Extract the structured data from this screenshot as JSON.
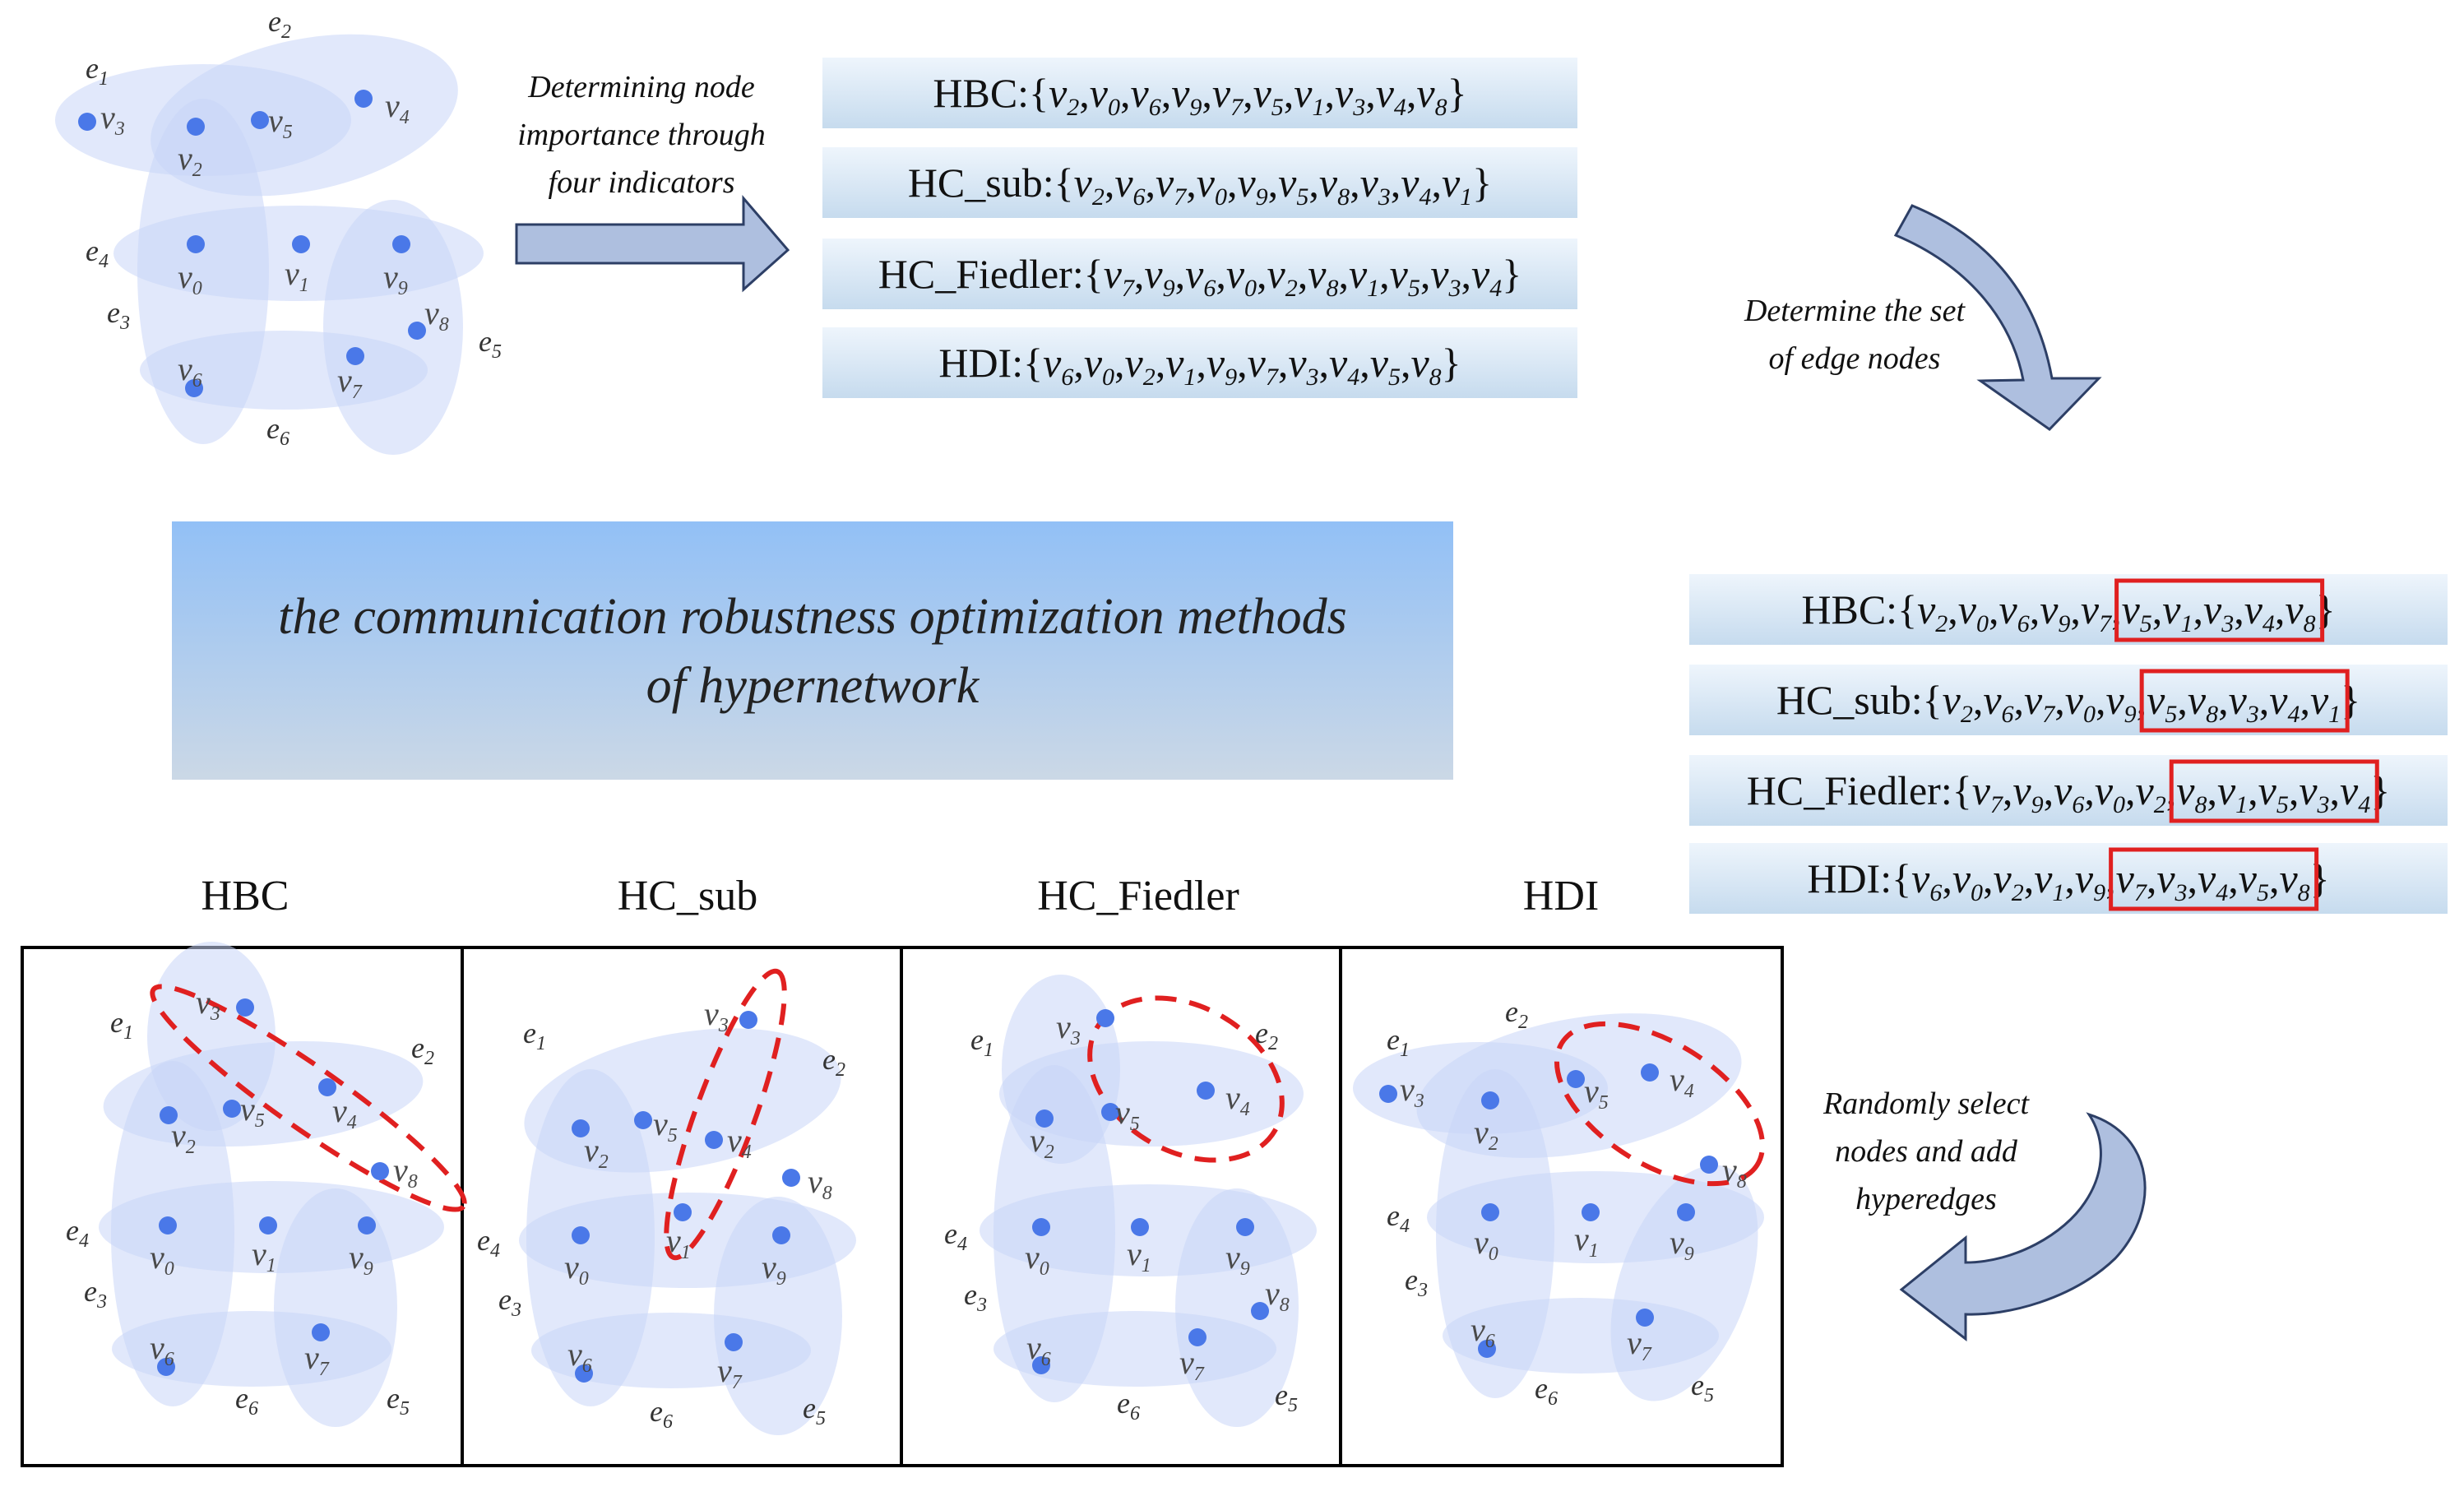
{
  "arrow_captions": {
    "determine_importance": [
      "Determining node",
      "importance through",
      "four indicators"
    ],
    "edge_nodes": [
      "Determine the set",
      "of edge nodes"
    ],
    "random_select": [
      "Randomly select",
      "nodes and add",
      "hyperedges"
    ]
  },
  "ranking_lists": [
    {
      "name": "HBC",
      "nodes": [
        "2",
        "0",
        "6",
        "9",
        "7",
        "5",
        "1",
        "3",
        "4",
        "8"
      ],
      "edge_from": 5
    },
    {
      "name": "HC_sub",
      "nodes": [
        "2",
        "6",
        "7",
        "0",
        "9",
        "5",
        "8",
        "3",
        "4",
        "1"
      ],
      "edge_from": 5
    },
    {
      "name": "HC_Fiedler",
      "nodes": [
        "7",
        "9",
        "6",
        "0",
        "2",
        "8",
        "1",
        "5",
        "3",
        "4"
      ],
      "edge_from": 5
    },
    {
      "name": "HDI",
      "nodes": [
        "6",
        "0",
        "2",
        "1",
        "9",
        "7",
        "3",
        "4",
        "5",
        "8"
      ],
      "edge_from": 5
    }
  ],
  "title": {
    "line1": "the communication robustness optimization methods",
    "line2": "of hypernetwork"
  },
  "method_headers": [
    "HBC",
    "HC_sub",
    "HC_Fiedler",
    "HDI"
  ],
  "colors": {
    "hyperedge_fill": "#c9d6f7",
    "node": "#4a78e8",
    "added_hyperedge": "#e02020",
    "box_fill_top": "#e9f2fb",
    "box_fill_bottom": "#c7dcef",
    "title_fill_top": "#96c2f5",
    "title_fill_bottom": "#c7d8ea",
    "arrow_fill": "#aebfdf",
    "arrow_stroke": "#2d3f66"
  }
}
